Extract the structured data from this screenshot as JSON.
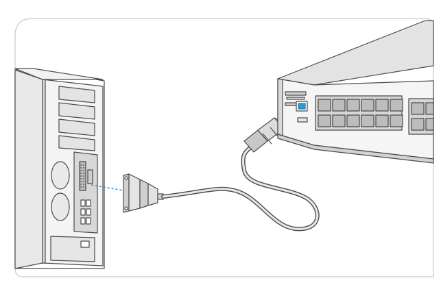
{
  "diagram": {
    "elements": [
      {
        "id": "pc",
        "kind": "desktop-tower"
      },
      {
        "id": "db9",
        "kind": "serial-connector"
      },
      {
        "id": "cable",
        "kind": "console-cable"
      },
      {
        "id": "rj45",
        "kind": "rj45-plug"
      },
      {
        "id": "switch",
        "kind": "rack-switch"
      }
    ],
    "connections": [
      {
        "from": "pc",
        "to": "db9",
        "style": "dashed"
      },
      {
        "from": "db9",
        "to": "rj45",
        "via": "cable"
      },
      {
        "from": "rj45",
        "to": "switch",
        "style": "dashed"
      }
    ],
    "colors": {
      "outline": "#4a4a4a",
      "shade": "#e6e6e6",
      "dark": "#b7b7b7",
      "accent": "#2a9bd6",
      "frame": "#c8c8c8"
    }
  }
}
